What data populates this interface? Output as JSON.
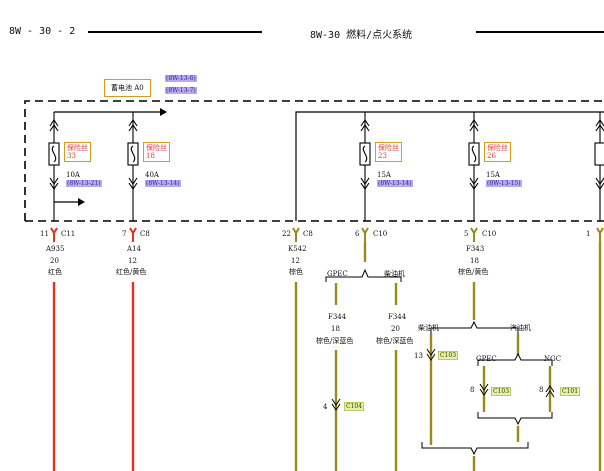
{
  "header": {
    "page_code": "8W - 30 - 2",
    "section_title": "8W-30 燃料/点火系统"
  },
  "battery": {
    "label": "蓄电池 A0",
    "refs": [
      "(8W-13-6)",
      "(8W-13-7)"
    ]
  },
  "fuses": [
    {
      "name": "保险丝",
      "num": "33",
      "rating": "10A",
      "ref": "(8W-13-21)"
    },
    {
      "name": "保险丝",
      "num": "18",
      "rating": "40A",
      "ref": "(8W-13-14)"
    },
    {
      "name": "保险丝",
      "num": "23",
      "rating": "15A",
      "ref": "(8W-13-14)"
    },
    {
      "name": "保险丝",
      "num": "26",
      "rating": "15A",
      "ref": "(8W-13-15)"
    }
  ],
  "connectors": [
    {
      "pin": "11",
      "id": "C11",
      "wire": "A935",
      "gauge": "20",
      "color": "红色"
    },
    {
      "pin": "7",
      "id": "C8",
      "wire": "A14",
      "gauge": "12",
      "color": "红色/黄色"
    },
    {
      "pin": "22",
      "id": "C8",
      "wire": "K542",
      "gauge": "12",
      "color": "棕色"
    },
    {
      "pin": "6",
      "id": "C10"
    },
    {
      "pin": "5",
      "id": "C10",
      "wire": "F343",
      "gauge": "18",
      "color": "棕色/黄色"
    },
    {
      "pin": "1",
      "id": ""
    }
  ],
  "branch1": {
    "left_label": "GPEC",
    "right_label": "柴油机",
    "left_wire": "F344",
    "left_gauge": "18",
    "left_color": "棕色/深蓝色",
    "right_wire": "F344",
    "right_gauge": "20",
    "right_color": "棕色/深蓝色",
    "conn_pin": "4",
    "conn_id": "C104"
  },
  "branch2": {
    "left_label": "柴油机",
    "right_label": "汽油机",
    "pin13": "13",
    "c13": "C103",
    "gpec_label": "GPEC",
    "ngc_label": "NGC",
    "pin_a": "8",
    "conn_a": "C103",
    "pin_b": "8",
    "conn_b": "C101"
  },
  "colors": {
    "red_wire": "#e8301e",
    "brown_wire": "#9a8a1a",
    "fuse_label": "#e23b3b"
  }
}
